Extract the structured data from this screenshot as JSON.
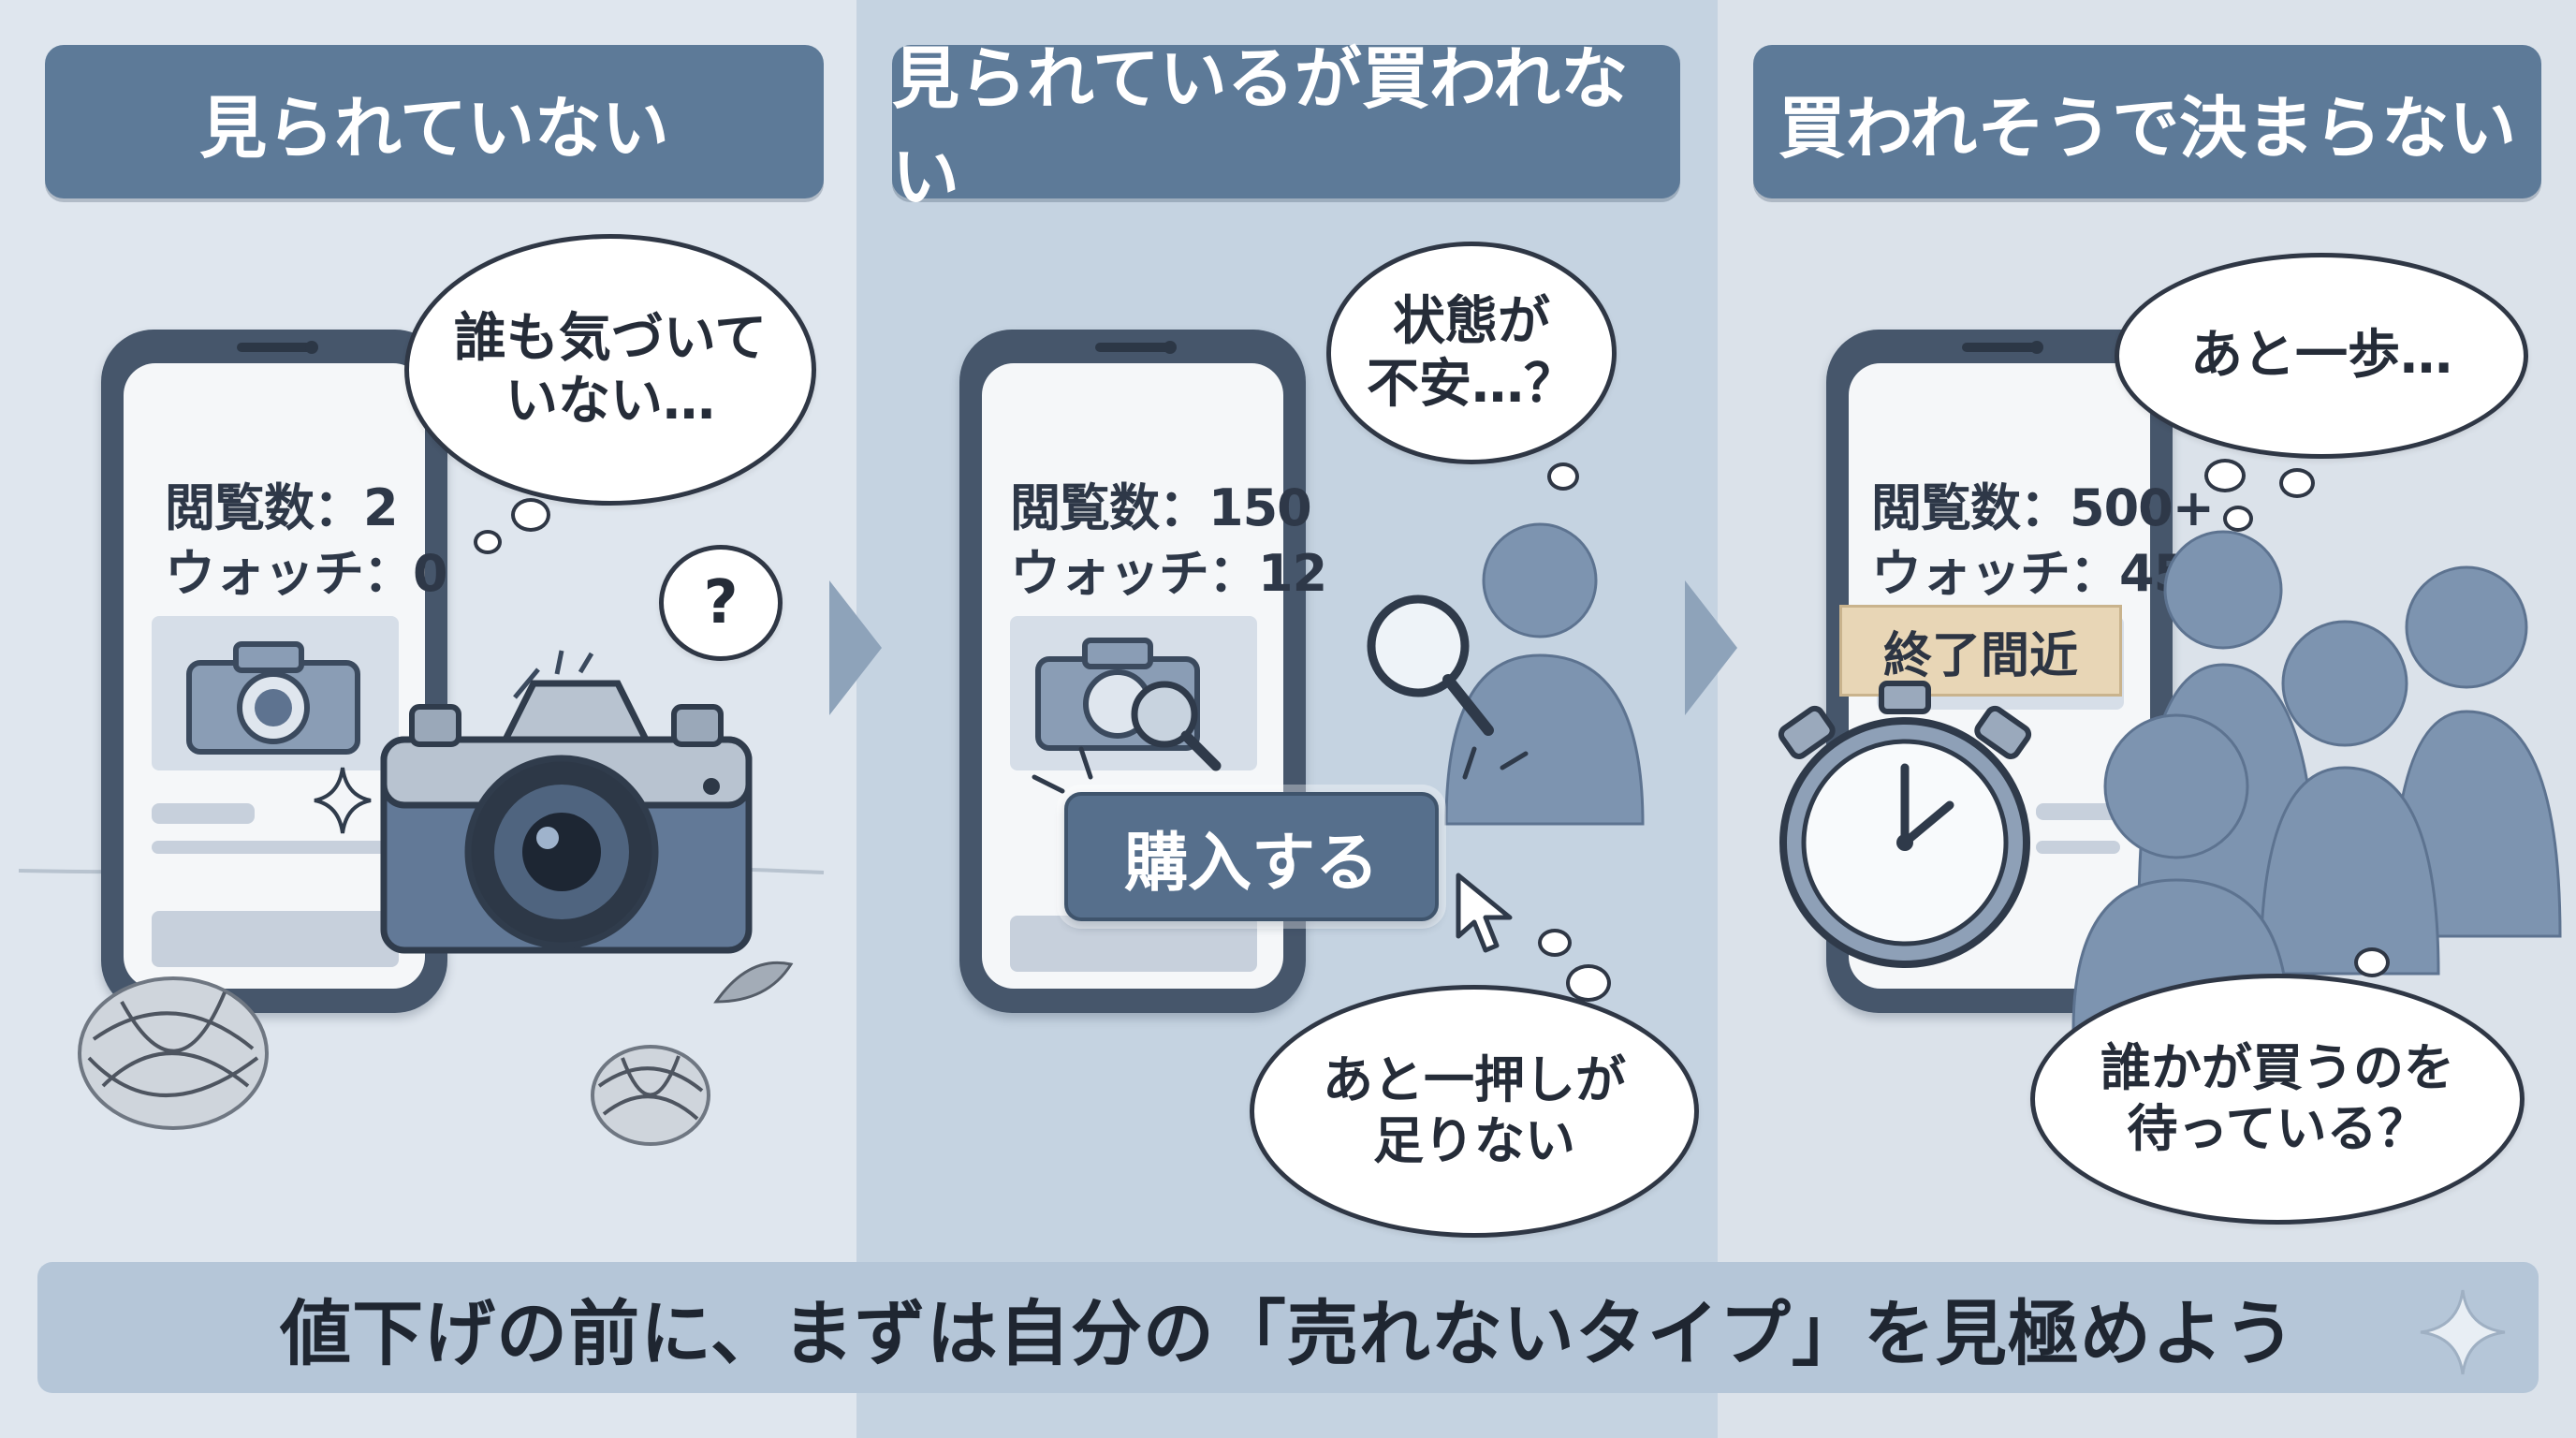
{
  "panels": [
    {
      "title": "見られていない",
      "views_label": "閲覧数：",
      "views_value": "2",
      "watch_label": "ウォッチ：",
      "watch_value": "0",
      "bubble_text": "誰も気づいて\nいない…",
      "question_mark": "?"
    },
    {
      "title": "見られているが買われない",
      "views_label": "閲覧数：",
      "views_value": "150",
      "watch_label": "ウォッチ：",
      "watch_value": "12",
      "bubble_top": "状態が\n不安…？",
      "buy_button": "購入する",
      "bubble_bottom": "あと一押しが\n足りない"
    },
    {
      "title": "買われそうで決まらない",
      "views_label": "閲覧数：",
      "views_value": "500+",
      "watch_label": "ウォッチ：",
      "watch_value": "45",
      "ribbon": "終了間近",
      "bubble_top": "あと一歩…",
      "bubble_bottom": "誰かが買うのを\n待っている？"
    }
  ],
  "footer": "値下げの前に、まずは自分の「売れないタイプ」を見極めよう",
  "colors": {
    "header": "#5d7a98",
    "accent": "#566f8c",
    "phone": "#46566b",
    "figure": "#7d94b0",
    "footer": "#b5c6d8"
  }
}
